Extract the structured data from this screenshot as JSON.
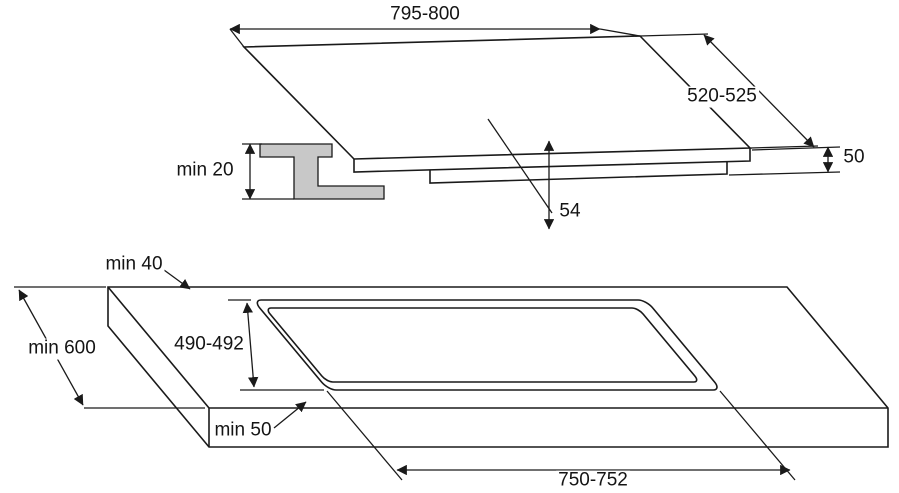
{
  "diagram": {
    "type": "cooktop-installation-dimensions",
    "colors": {
      "line": "#1a1a1a",
      "bracket_fill": "#c8c8c8",
      "background": "#ffffff"
    },
    "top_view": {
      "description": "hob perspective view",
      "dims": {
        "width": "795-800",
        "depth": "520-525",
        "total_height": "50",
        "recess_depth": "54",
        "min_clearance_below": "min 20"
      }
    },
    "bottom_view": {
      "description": "worktop cutout view",
      "dims": {
        "min_rear_distance": "min 40",
        "min_worktop_depth": "min 600",
        "cutout_depth": "490-492",
        "min_front_distance": "min 50",
        "cutout_width": "750-752"
      }
    }
  }
}
